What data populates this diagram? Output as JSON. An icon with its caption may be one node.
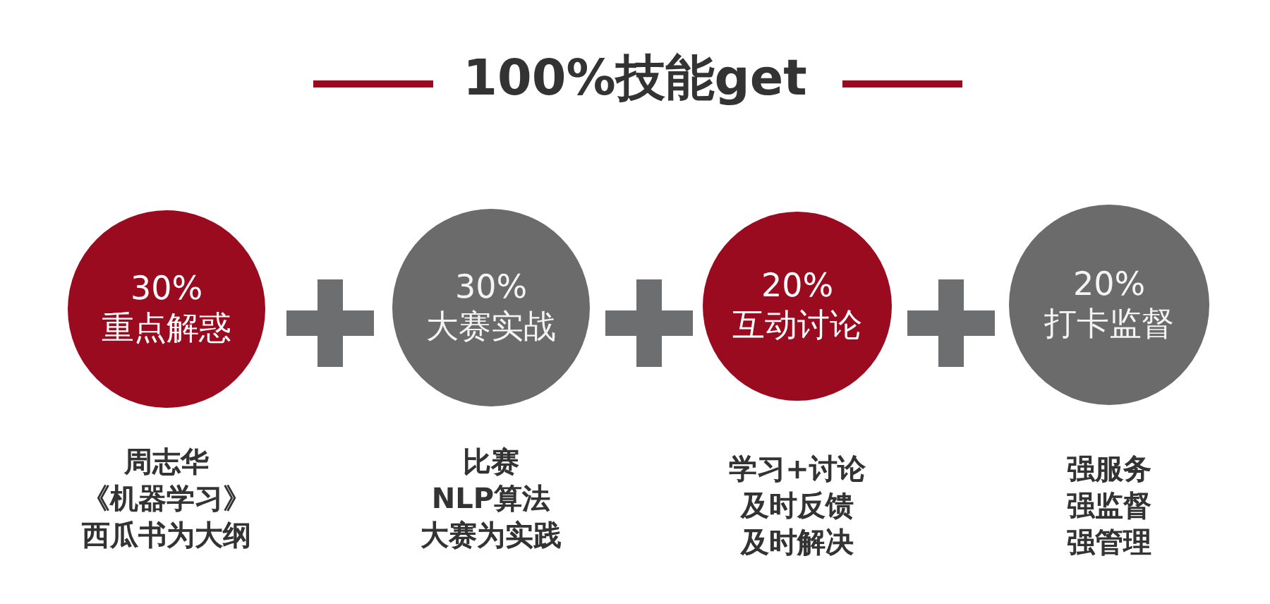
{
  "diagram": {
    "title": "100%技能get",
    "nodes": [
      {
        "text": [
          "30%",
          "重点解惑"
        ],
        "beside": [
          "周志华",
          "《机器学习》",
          "西瓜书为大纲"
        ]
      },
      {
        "text": [
          "30%",
          "大赛实战"
        ],
        "beside": [
          "比赛",
          "NLP算法",
          "大赛为实践"
        ]
      },
      {
        "text": [
          "20%",
          "互动讨论"
        ],
        "beside": [
          "学习+讨论",
          "及时反馈",
          "及时解决"
        ]
      },
      {
        "text": [
          "20%",
          "打卡监督"
        ],
        "beside": [
          "强服务",
          "强监督",
          "强管理"
        ]
      }
    ]
  }
}
